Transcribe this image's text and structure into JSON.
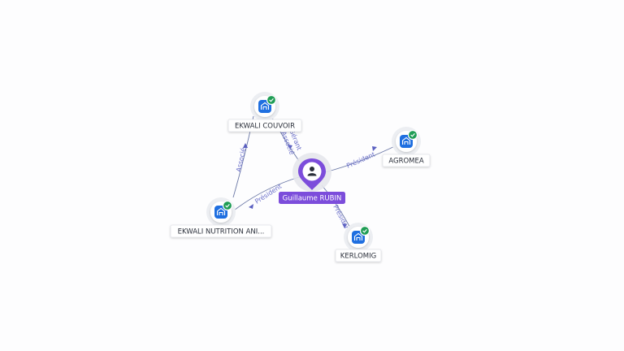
{
  "center": {
    "name": "Guillaume RUBIN",
    "icon": "person-icon",
    "color": "#7c4ddb"
  },
  "companies": [
    {
      "id": "ekwali-couvoir",
      "name": "EKWALI COUVOIR",
      "icon": "company-icon",
      "verified": true
    },
    {
      "id": "agromea",
      "name": "AGROMEA",
      "icon": "company-icon",
      "verified": true
    },
    {
      "id": "ekwali-nutrition",
      "name": "EKWALI NUTRITION ANI...",
      "icon": "company-icon",
      "verified": true
    },
    {
      "id": "kerlomig",
      "name": "KERLOMIG",
      "icon": "company-icon",
      "verified": true
    }
  ],
  "relations": [
    {
      "from": "center",
      "to": "ekwali-couvoir",
      "labels": [
        "Gérant",
        "Associé"
      ]
    },
    {
      "from": "center",
      "to": "agromea",
      "labels": [
        "Président"
      ]
    },
    {
      "from": "center",
      "to": "ekwali-nutrition",
      "labels": [
        "Président"
      ]
    },
    {
      "from": "center",
      "to": "kerlomig",
      "labels": [
        "Président"
      ]
    },
    {
      "from": "ekwali-nutrition",
      "to": "ekwali-couvoir",
      "labels": [
        "Associé"
      ]
    }
  ],
  "colors": {
    "company_icon_bg": "#1f6fe0",
    "verified_badge": "#1f9d55",
    "edge": "#6b78a6",
    "edge_label": "#6a6fc9"
  }
}
